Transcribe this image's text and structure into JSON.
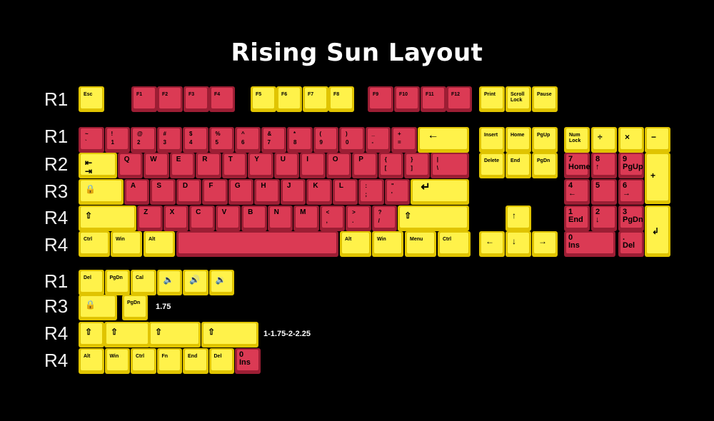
{
  "title": "Rising Sun Layout",
  "colors": {
    "yellow": "#fff24a",
    "red": "#db3a54",
    "background": "#000000"
  },
  "row_labels": [
    "R1",
    "R1",
    "R2",
    "R3",
    "R4",
    "R4",
    "R1",
    "R3",
    "R4",
    "R4"
  ],
  "notes": {
    "r3_extra": "1.75",
    "r4_extra": "1-1.75-2-2.25"
  },
  "keys": {
    "fn_row": [
      {
        "id": "esc",
        "label": "Esc",
        "color": "yellow"
      },
      {
        "id": "f1",
        "label": "F1",
        "color": "red"
      },
      {
        "id": "f2",
        "label": "F2",
        "color": "red"
      },
      {
        "id": "f3",
        "label": "F3",
        "color": "red"
      },
      {
        "id": "f4",
        "label": "F4",
        "color": "red"
      },
      {
        "id": "f5",
        "label": "F5",
        "color": "yellow"
      },
      {
        "id": "f6",
        "label": "F6",
        "color": "yellow"
      },
      {
        "id": "f7",
        "label": "F7",
        "color": "yellow"
      },
      {
        "id": "f8",
        "label": "F8",
        "color": "yellow"
      },
      {
        "id": "f9",
        "label": "F9",
        "color": "red"
      },
      {
        "id": "f10",
        "label": "F10",
        "color": "red"
      },
      {
        "id": "f11",
        "label": "F11",
        "color": "red"
      },
      {
        "id": "f12",
        "label": "F12",
        "color": "red"
      },
      {
        "id": "print",
        "label": "Print",
        "color": "yellow"
      },
      {
        "id": "scroll-lock",
        "label": "Scroll\nLock",
        "color": "yellow"
      },
      {
        "id": "pause",
        "label": "Pause",
        "color": "yellow"
      }
    ],
    "number_row": [
      {
        "id": "grave",
        "label": "~\n`",
        "color": "red"
      },
      {
        "id": "1",
        "label": "!\n1",
        "color": "red"
      },
      {
        "id": "2",
        "label": "@\n2",
        "color": "red"
      },
      {
        "id": "3",
        "label": "#\n3",
        "color": "red"
      },
      {
        "id": "4",
        "label": "$\n4",
        "color": "red"
      },
      {
        "id": "5",
        "label": "%\n5",
        "color": "red"
      },
      {
        "id": "6",
        "label": "^\n6",
        "color": "red"
      },
      {
        "id": "7",
        "label": "&\n7",
        "color": "red"
      },
      {
        "id": "8",
        "label": "*\n8",
        "color": "red"
      },
      {
        "id": "9",
        "label": "(\n9",
        "color": "red"
      },
      {
        "id": "0",
        "label": ")\n0",
        "color": "red"
      },
      {
        "id": "minus",
        "label": "_\n-",
        "color": "red"
      },
      {
        "id": "equal",
        "label": "+\n=",
        "color": "red"
      },
      {
        "id": "backspace",
        "label": "←",
        "color": "yellow"
      }
    ],
    "top_row": [
      {
        "id": "tab",
        "label": "⇤\n⇥",
        "color": "yellow"
      },
      {
        "id": "q",
        "label": "Q",
        "color": "red"
      },
      {
        "id": "w",
        "label": "W",
        "color": "red"
      },
      {
        "id": "e",
        "label": "E",
        "color": "red"
      },
      {
        "id": "r",
        "label": "R",
        "color": "red"
      },
      {
        "id": "t",
        "label": "T",
        "color": "red"
      },
      {
        "id": "y",
        "label": "Y",
        "color": "red"
      },
      {
        "id": "u",
        "label": "U",
        "color": "red"
      },
      {
        "id": "i",
        "label": "I",
        "color": "red"
      },
      {
        "id": "o",
        "label": "O",
        "color": "red"
      },
      {
        "id": "p",
        "label": "P",
        "color": "red"
      },
      {
        "id": "lbracket",
        "label": "{\n[",
        "color": "red"
      },
      {
        "id": "rbracket",
        "label": "}\n]",
        "color": "red"
      },
      {
        "id": "backslash",
        "label": "|\n\\",
        "color": "red"
      }
    ],
    "home_row": [
      {
        "id": "caps",
        "label": "🔒",
        "color": "yellow"
      },
      {
        "id": "a",
        "label": "A",
        "color": "red"
      },
      {
        "id": "s",
        "label": "S",
        "color": "red"
      },
      {
        "id": "d",
        "label": "D",
        "color": "red"
      },
      {
        "id": "f",
        "label": "F",
        "color": "red"
      },
      {
        "id": "g",
        "label": "G",
        "color": "red"
      },
      {
        "id": "h",
        "label": "H",
        "color": "red"
      },
      {
        "id": "j",
        "label": "J",
        "color": "red"
      },
      {
        "id": "k",
        "label": "K",
        "color": "red"
      },
      {
        "id": "l",
        "label": "L",
        "color": "red"
      },
      {
        "id": "semicolon",
        "label": ":\n;",
        "color": "red"
      },
      {
        "id": "quote",
        "label": "\"\n'",
        "color": "red"
      },
      {
        "id": "enter",
        "label": "↵",
        "color": "yellow"
      }
    ],
    "shift_row": [
      {
        "id": "lshift",
        "label": "⇧",
        "color": "yellow"
      },
      {
        "id": "z",
        "label": "Z",
        "color": "red"
      },
      {
        "id": "x",
        "label": "X",
        "color": "red"
      },
      {
        "id": "c",
        "label": "C",
        "color": "red"
      },
      {
        "id": "v",
        "label": "V",
        "color": "red"
      },
      {
        "id": "b",
        "label": "B",
        "color": "red"
      },
      {
        "id": "n",
        "label": "N",
        "color": "red"
      },
      {
        "id": "m",
        "label": "M",
        "color": "red"
      },
      {
        "id": "comma",
        "label": "<\n,",
        "color": "red"
      },
      {
        "id": "period",
        "label": ">\n.",
        "color": "red"
      },
      {
        "id": "slash",
        "label": "?\n/",
        "color": "red"
      },
      {
        "id": "rshift",
        "label": "⇧",
        "color": "yellow"
      }
    ],
    "bottom_row": [
      {
        "id": "lctrl",
        "label": "Ctrl",
        "color": "yellow"
      },
      {
        "id": "lwin",
        "label": "Win",
        "color": "yellow"
      },
      {
        "id": "lalt",
        "label": "Alt",
        "color": "yellow"
      },
      {
        "id": "space",
        "label": "",
        "color": "red"
      },
      {
        "id": "ralt",
        "label": "Alt",
        "color": "yellow"
      },
      {
        "id": "rwin",
        "label": "Win",
        "color": "yellow"
      },
      {
        "id": "menu",
        "label": "Menu",
        "color": "yellow"
      },
      {
        "id": "rctrl",
        "label": "Ctrl",
        "color": "yellow"
      }
    ],
    "nav_cluster": [
      {
        "id": "insert",
        "label": "Insert",
        "color": "yellow"
      },
      {
        "id": "home",
        "label": "Home",
        "color": "yellow"
      },
      {
        "id": "pgup",
        "label": "PgUp",
        "color": "yellow"
      },
      {
        "id": "delete",
        "label": "Delete",
        "color": "yellow"
      },
      {
        "id": "end",
        "label": "End",
        "color": "yellow"
      },
      {
        "id": "pgdn",
        "label": "PgDn",
        "color": "yellow"
      },
      {
        "id": "up",
        "label": "↑",
        "color": "yellow"
      },
      {
        "id": "left",
        "label": "←",
        "color": "yellow"
      },
      {
        "id": "down",
        "label": "↓",
        "color": "yellow"
      },
      {
        "id": "right",
        "label": "→",
        "color": "yellow"
      }
    ],
    "numpad": [
      {
        "id": "numlock",
        "label": "Num\nLock",
        "color": "yellow"
      },
      {
        "id": "divide",
        "label": "÷",
        "color": "yellow"
      },
      {
        "id": "multiply",
        "label": "×",
        "color": "yellow"
      },
      {
        "id": "subtract",
        "label": "−",
        "color": "yellow"
      },
      {
        "id": "np7",
        "label": "7\nHome",
        "color": "red"
      },
      {
        "id": "np8",
        "label": "8\n↑",
        "color": "red"
      },
      {
        "id": "np9",
        "label": "9\nPgUp",
        "color": "red"
      },
      {
        "id": "add",
        "label": "+",
        "color": "yellow"
      },
      {
        "id": "np4",
        "label": "4\n←",
        "color": "red"
      },
      {
        "id": "np5",
        "label": "5",
        "color": "red"
      },
      {
        "id": "np6",
        "label": "6\n→",
        "color": "red"
      },
      {
        "id": "np1",
        "label": "1\nEnd",
        "color": "red"
      },
      {
        "id": "np2",
        "label": "2\n↓",
        "color": "red"
      },
      {
        "id": "np3",
        "label": "3\nPgDn",
        "color": "red"
      },
      {
        "id": "np-enter",
        "label": "↲",
        "color": "yellow"
      },
      {
        "id": "np0",
        "label": "0\nIns",
        "color": "red"
      },
      {
        "id": "np-dot",
        "label": ".\nDel",
        "color": "red"
      }
    ],
    "extras_r1": [
      {
        "id": "x-del",
        "label": "Del",
        "color": "yellow"
      },
      {
        "id": "x-pgdn",
        "label": "PgDn",
        "color": "yellow"
      },
      {
        "id": "x-cal",
        "label": "Cal",
        "color": "yellow"
      },
      {
        "id": "x-mute",
        "label": "🔈",
        "color": "yellow"
      },
      {
        "id": "x-vol-up",
        "label": "🔊",
        "color": "yellow"
      },
      {
        "id": "x-vol-down",
        "label": "🔉",
        "color": "yellow"
      }
    ],
    "extras_r3": [
      {
        "id": "x-caps",
        "label": "🔒",
        "color": "yellow"
      },
      {
        "id": "x-pgdn-2",
        "label": "PgDn",
        "color": "yellow"
      }
    ],
    "extras_r4_shift": [
      {
        "id": "x-shift-1",
        "label": "⇧",
        "color": "yellow"
      },
      {
        "id": "x-shift-175",
        "label": "⇧",
        "color": "yellow"
      },
      {
        "id": "x-shift-2",
        "label": "⇧",
        "color": "yellow"
      },
      {
        "id": "x-shift-225",
        "label": "⇧",
        "color": "yellow"
      }
    ],
    "extras_r4_mods": [
      {
        "id": "x-alt",
        "label": "Alt",
        "color": "yellow"
      },
      {
        "id": "x-win",
        "label": "Win",
        "color": "yellow"
      },
      {
        "id": "x-ctrl",
        "label": "Ctrl",
        "color": "yellow"
      },
      {
        "id": "x-fn",
        "label": "Fn",
        "color": "yellow"
      },
      {
        "id": "x-end",
        "label": "End",
        "color": "yellow"
      },
      {
        "id": "x-del-2",
        "label": "Del",
        "color": "yellow"
      },
      {
        "id": "x-np0",
        "label": "0\nIns",
        "color": "red"
      }
    ]
  }
}
